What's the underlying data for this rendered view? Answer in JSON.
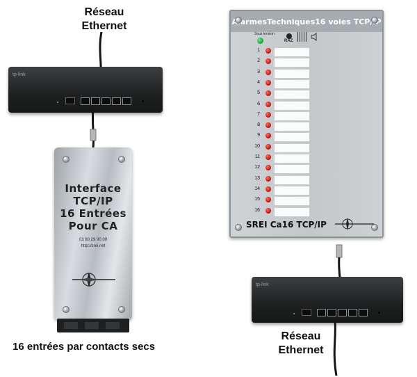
{
  "labels": {
    "top_network": "Réseau\nEthernet",
    "bottom_network": "Réseau\nEthernet",
    "inputs_caption": "16 entrées par contacts secs"
  },
  "interface_box": {
    "title_lines": [
      "Interface",
      "TCP/IP",
      "16 Entrées",
      "Pour CA"
    ],
    "phone": "03 80 29 90 09",
    "url": "http://srei.net"
  },
  "alarm_panel": {
    "title": "AlarmesTechniques16 voies TCP/IP",
    "power_label": "Sous tension",
    "reset_label": "RAZ",
    "footer": "SREI Ca16 TCP/IP",
    "channels": [
      "1",
      "2",
      "3",
      "4",
      "5",
      "6",
      "7",
      "8",
      "9",
      "10",
      "11",
      "12",
      "13",
      "14",
      "15",
      "16"
    ]
  },
  "router": {
    "brand": "tp-link"
  },
  "colors": {
    "alarm_led": "#c8160c",
    "power_led": "#22b14c",
    "router_body": "#232426",
    "cable": "#151515"
  }
}
